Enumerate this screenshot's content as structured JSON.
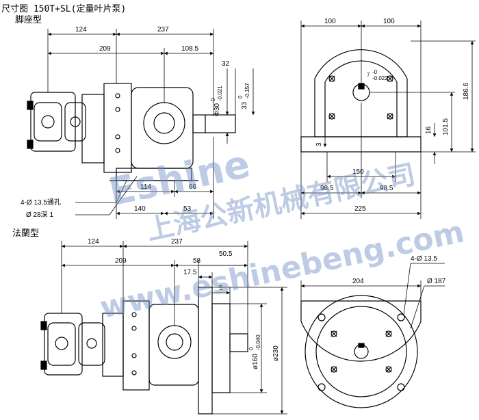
{
  "title": "尺寸图 150T+SL(定量叶片泵)",
  "sections": {
    "foot": "脚座型",
    "flange": "法蘭型"
  },
  "top_view_dims": {
    "d124": "124",
    "d237": "237",
    "d209": "209",
    "d108_5": "108.5",
    "d32": "32",
    "shaft_dia": "Φ30",
    "shaft_dia_tol_upper": "0",
    "shaft_dia_tol_lower": "-0.021",
    "key_dim": "33",
    "key_tol_upper": "0",
    "key_tol_lower": "-0.157",
    "d114": "114",
    "d66": "66",
    "d140": "140",
    "d53": "53",
    "hole_note": "4-Ø 13.5通孔",
    "cbore_note": "Ø 28深 1"
  },
  "side_view_dims": {
    "d100_left": "100",
    "d100_right": "100",
    "key_width": "7",
    "key_tol_upper": "-0",
    "key_tol_lower": "-0.022",
    "d186_6": "186.6",
    "d101_5": "101.5",
    "d16": "16",
    "d3": "3",
    "d150": "150",
    "d98_5_left": "98.5",
    "d98_5_right": "98.5",
    "d225": "225"
  },
  "flange_view_dims": {
    "d124": "124",
    "d237": "237",
    "d209": "209",
    "d58": "58",
    "d50_5": "50.5",
    "d17_5": "17.5",
    "d5": "5",
    "pilot_dia": "ø160",
    "pilot_tol_upper": "0",
    "pilot_tol_lower": "-0.040",
    "flange_dia": "ø230"
  },
  "flange_face_dims": {
    "d204": "204",
    "holes": "4-Ø 13.5",
    "bolt_circle": "Ø 187"
  },
  "watermark": {
    "brand": "Eshine",
    "company": "上海公新机械有限公司",
    "url": "www.eshinebeng.com"
  },
  "colors": {
    "line": "#000000",
    "watermark": "#6f8ec4"
  }
}
